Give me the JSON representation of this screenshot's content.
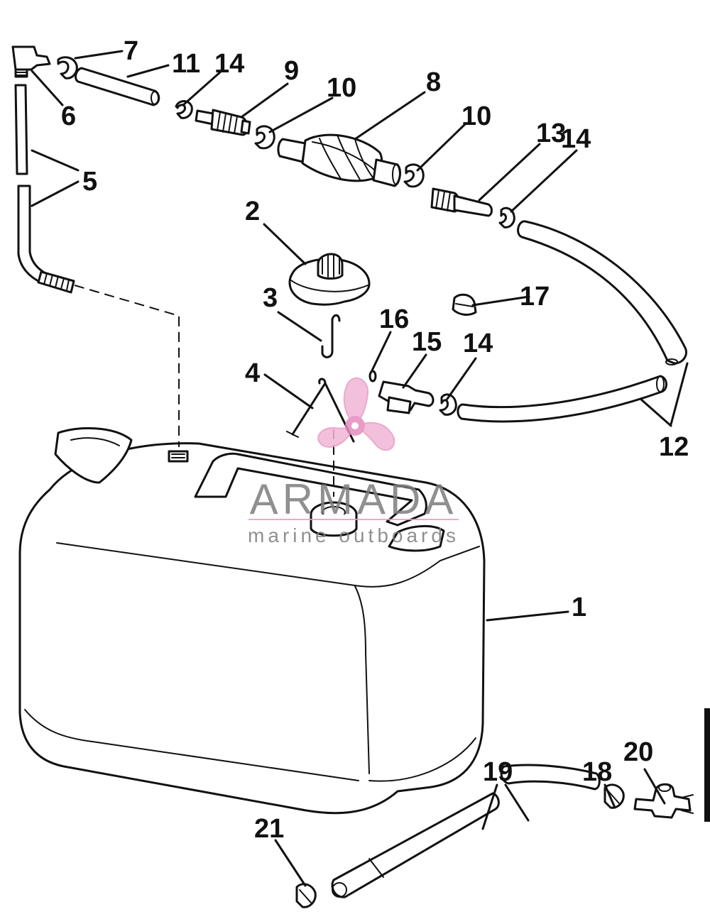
{
  "callouts": [
    {
      "id": "1",
      "label": "1"
    },
    {
      "id": "2",
      "label": "2"
    },
    {
      "id": "3",
      "label": "3"
    },
    {
      "id": "4",
      "label": "4"
    },
    {
      "id": "5",
      "label": "5"
    },
    {
      "id": "6",
      "label": "6"
    },
    {
      "id": "7",
      "label": "7"
    },
    {
      "id": "8",
      "label": "8"
    },
    {
      "id": "9",
      "label": "9"
    },
    {
      "id": "10a",
      "label": "10"
    },
    {
      "id": "10b",
      "label": "10"
    },
    {
      "id": "11",
      "label": "11"
    },
    {
      "id": "12",
      "label": "12"
    },
    {
      "id": "13",
      "label": "13"
    },
    {
      "id": "14a",
      "label": "14"
    },
    {
      "id": "14b",
      "label": "14"
    },
    {
      "id": "14c",
      "label": "14"
    },
    {
      "id": "15",
      "label": "15"
    },
    {
      "id": "16",
      "label": "16"
    },
    {
      "id": "17",
      "label": "17"
    },
    {
      "id": "18",
      "label": "18"
    },
    {
      "id": "19",
      "label": "19"
    },
    {
      "id": "20",
      "label": "20"
    },
    {
      "id": "21",
      "label": "21"
    }
  ],
  "watermark": {
    "brand": "ARMADA",
    "tagline": "marine outboards"
  },
  "colors": {
    "line": "#111111",
    "watermark_text": "#7d7d7d",
    "watermark_mark": "#f1b6d5"
  }
}
